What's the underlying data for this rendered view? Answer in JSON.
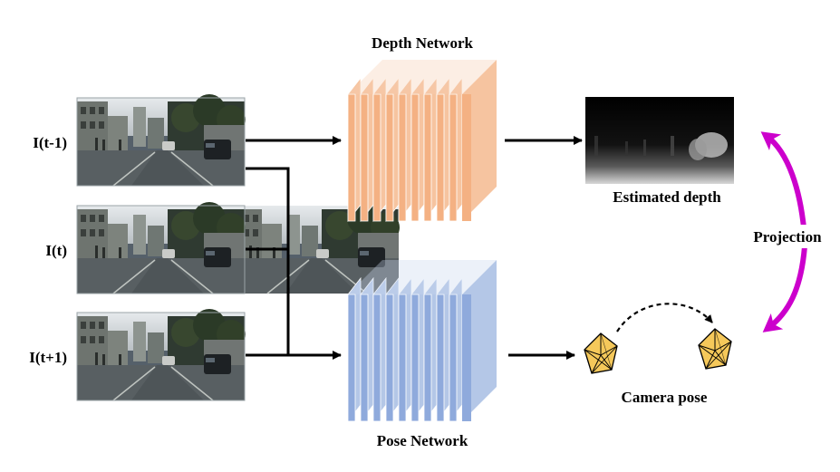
{
  "inputs": {
    "frame_prev_label": "I(t-1)",
    "frame_curr_label": "I(t)",
    "frame_next_label": "I(t+1)"
  },
  "networks": {
    "depth_title": "Depth Network",
    "pose_title": "Pose Network"
  },
  "outputs": {
    "depth_label": "Estimated depth",
    "pose_label": "Camera pose",
    "projection_label": "Projection"
  },
  "colors": {
    "depth_layer_front": "#f4b183",
    "depth_layer_side": "#f6c4a0",
    "pose_layer_front": "#8faadc",
    "pose_layer_side": "#b4c7e7",
    "camera_fill": "#f5c85a",
    "projection_arrow": "#cc00cc",
    "road": "#5e6466",
    "sky": "#d8dde0"
  }
}
